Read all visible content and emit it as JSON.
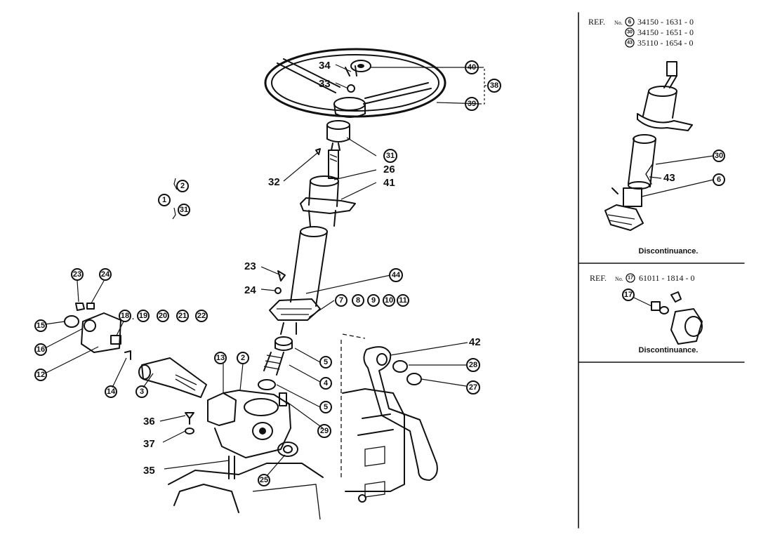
{
  "labels": {
    "l1": "1",
    "l2": "2",
    "l2b": "2",
    "l3": "3",
    "l4": "4",
    "l5a": "5",
    "l5b": "5",
    "l6": "6",
    "l7": "7",
    "l8": "8",
    "l9": "9",
    "l10": "10",
    "l11": "11",
    "l12": "12",
    "l13": "13",
    "l14": "14",
    "l15": "15",
    "l16": "16",
    "l17": "17",
    "l18": "18",
    "l19": "19",
    "l20": "20",
    "l21": "21",
    "l22": "22",
    "l23": "23",
    "l23b": "23",
    "l24": "24",
    "l24b": "24",
    "l25": "25",
    "l26": "26",
    "l27": "27",
    "l28": "28",
    "l29": "29",
    "l30": "30",
    "l31": "31",
    "l31b": "31",
    "l32": "32",
    "l33": "33",
    "l34": "34",
    "l35": "35",
    "l36": "36",
    "l37": "37",
    "l38": "38",
    "l39": "39",
    "l40": "40",
    "l41": "41",
    "l42": "42",
    "l43": "43",
    "l44": "44",
    "dot": "."
  },
  "ref_box_1": {
    "ref_label": "REF.",
    "no_label": "No.",
    "rows": [
      {
        "circle": "6",
        "part_no": "34150 - 1631 - 0"
      },
      {
        "circle": "30",
        "part_no": "34150 - 1651 - 0"
      },
      {
        "circle": "43",
        "part_no": "35110 - 1654 - 0"
      }
    ],
    "note": "Discontinuance."
  },
  "ref_box_2": {
    "ref_label": "REF.",
    "no_label": "No.",
    "rows": [
      {
        "circle": "17",
        "part_no": "61011 - 1814 - 0"
      }
    ],
    "note": "Discontinuance."
  }
}
